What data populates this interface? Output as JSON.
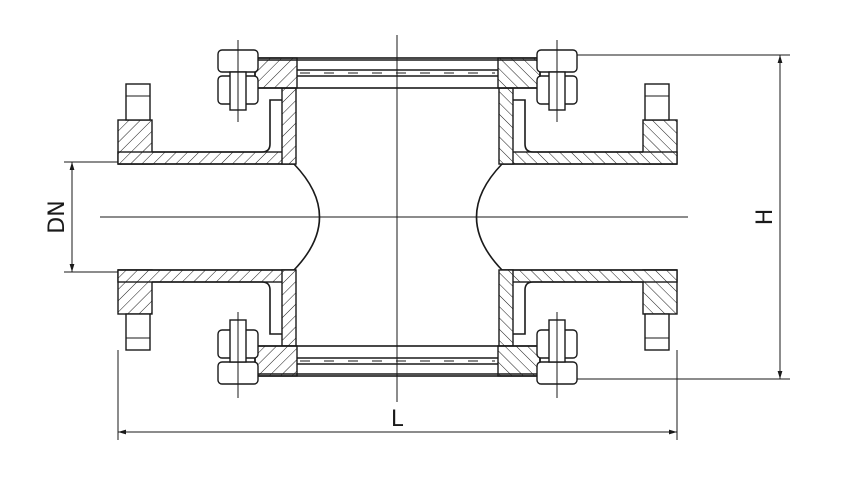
{
  "dimensions": {
    "dn_label": "DN",
    "h_label": "H",
    "l_label": "L"
  },
  "colors": {
    "line": "#1a1a1a",
    "background": "#ffffff"
  }
}
